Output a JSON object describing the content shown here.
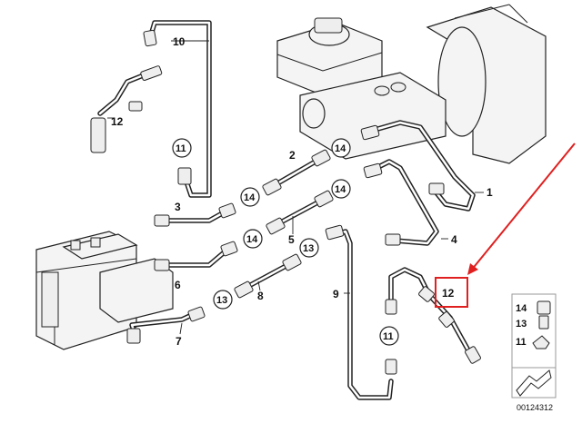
{
  "diagram": {
    "callouts": {
      "p1": "1",
      "p2": "2",
      "p3": "3",
      "p4": "4",
      "p5": "5",
      "p6": "6",
      "p7": "7",
      "p8": "8",
      "p9": "9",
      "p10": "10",
      "p12_upper": "12",
      "p12_highlight": "12"
    },
    "circled": {
      "c11_left": "11",
      "c11_right": "11",
      "c14_a": "14",
      "c14_b": "14",
      "c14_c": "14",
      "c14_d": "14",
      "c13_a": "13",
      "c13_b": "13"
    },
    "legend": {
      "row1": "14",
      "row2": "13",
      "row3": "11"
    },
    "catalog_number": "00124312",
    "colors": {
      "highlight": "#e02020",
      "line": "#222222"
    }
  }
}
